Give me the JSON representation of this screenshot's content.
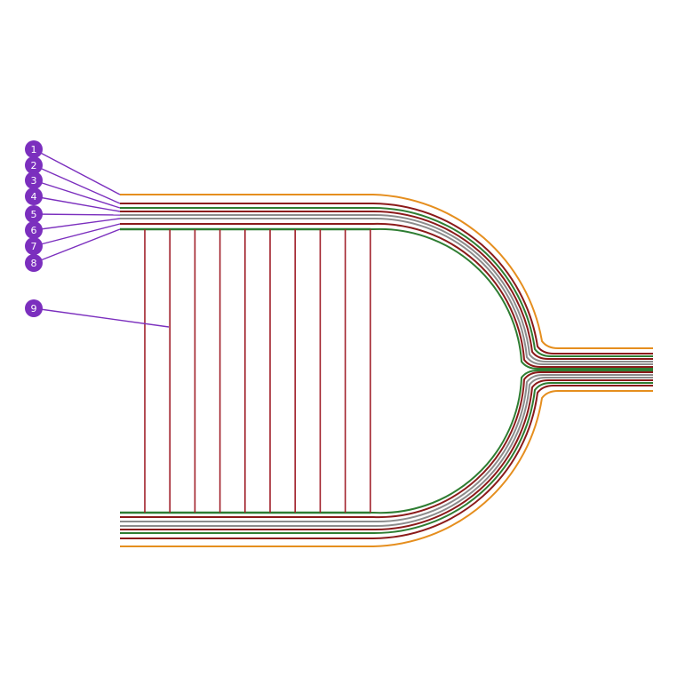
{
  "colors": {
    "orange": "#E58E1E",
    "dark_red": "#8B1A1A",
    "green": "#2E7D32",
    "gray": "#8C8C8C",
    "rung_red": "#A0202A",
    "callout": "#7B2FBE"
  },
  "callouts": [
    {
      "id": "1",
      "label": "1"
    },
    {
      "id": "2",
      "label": "2"
    },
    {
      "id": "3",
      "label": "3"
    },
    {
      "id": "4",
      "label": "4"
    },
    {
      "id": "5",
      "label": "5"
    },
    {
      "id": "6",
      "label": "6"
    },
    {
      "id": "7",
      "label": "7"
    },
    {
      "id": "8",
      "label": "8"
    },
    {
      "id": "9",
      "label": "9"
    }
  ],
  "layers": [
    {
      "name": "orange-outer-line",
      "color_key": "orange"
    },
    {
      "name": "dark-red-line-a",
      "color_key": "dark_red"
    },
    {
      "name": "green-line-a",
      "color_key": "green"
    },
    {
      "name": "dark-red-line-b",
      "color_key": "dark_red"
    },
    {
      "name": "gray-line-a",
      "color_key": "gray"
    },
    {
      "name": "gray-line-b",
      "color_key": "gray"
    },
    {
      "name": "dark-red-line-c",
      "color_key": "dark_red"
    },
    {
      "name": "green-line-b",
      "color_key": "green"
    }
  ],
  "rung_count": 10
}
